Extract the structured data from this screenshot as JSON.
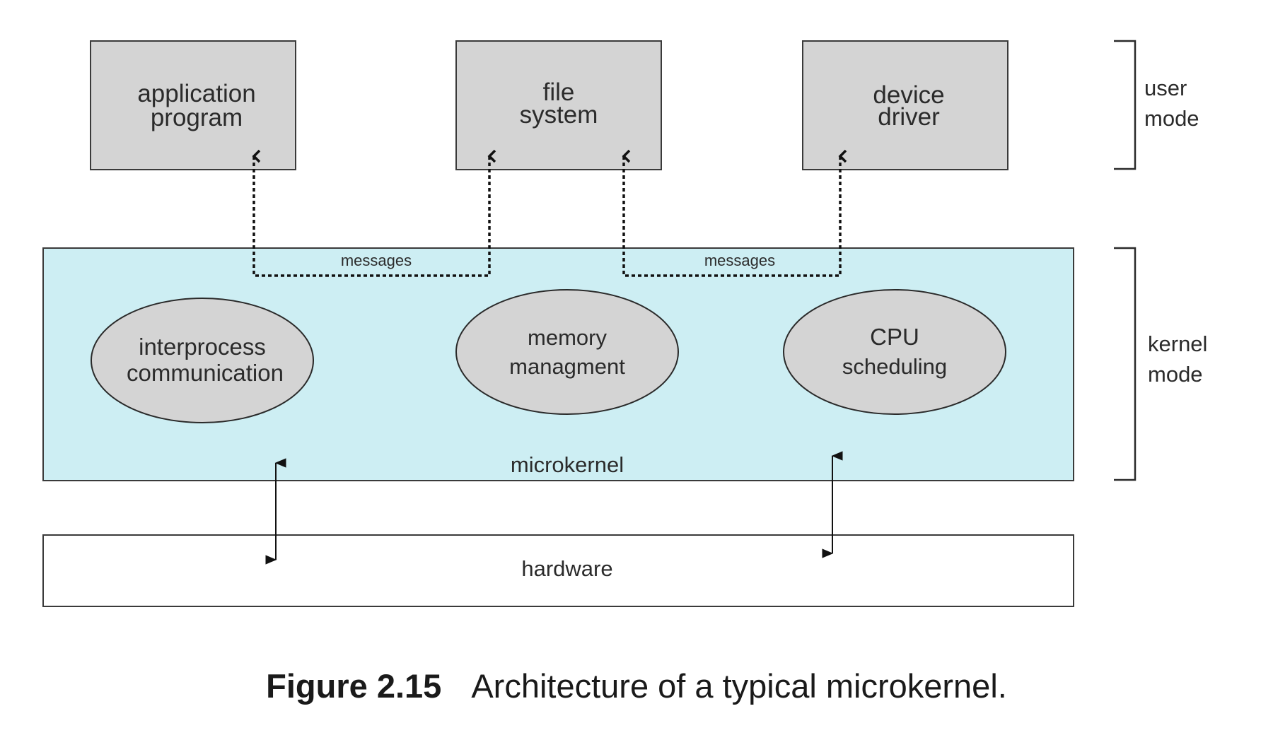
{
  "user_components": [
    {
      "line1": "application",
      "line2": "program"
    },
    {
      "line1": "file",
      "line2": "system"
    },
    {
      "line1": "device",
      "line2": "driver"
    }
  ],
  "messages_label": "messages",
  "microkernel": {
    "label": "microkernel",
    "services": [
      {
        "line1": "interprocess",
        "line2": "communication"
      },
      {
        "line1": "memory",
        "line2": "managment"
      },
      {
        "line1": "CPU",
        "line2": "scheduling"
      }
    ]
  },
  "hardware_label": "hardware",
  "modes": {
    "user": {
      "line1": "user",
      "line2": "mode"
    },
    "kernel": {
      "line1": "kernel",
      "line2": "mode"
    }
  },
  "caption": {
    "number": "Figure 2.15",
    "text": "Architecture of a typical microkernel."
  },
  "colors": {
    "component_fill": "#d4d4d4",
    "kernel_fill": "#cdeef3",
    "stroke": "#3a3a3a"
  }
}
